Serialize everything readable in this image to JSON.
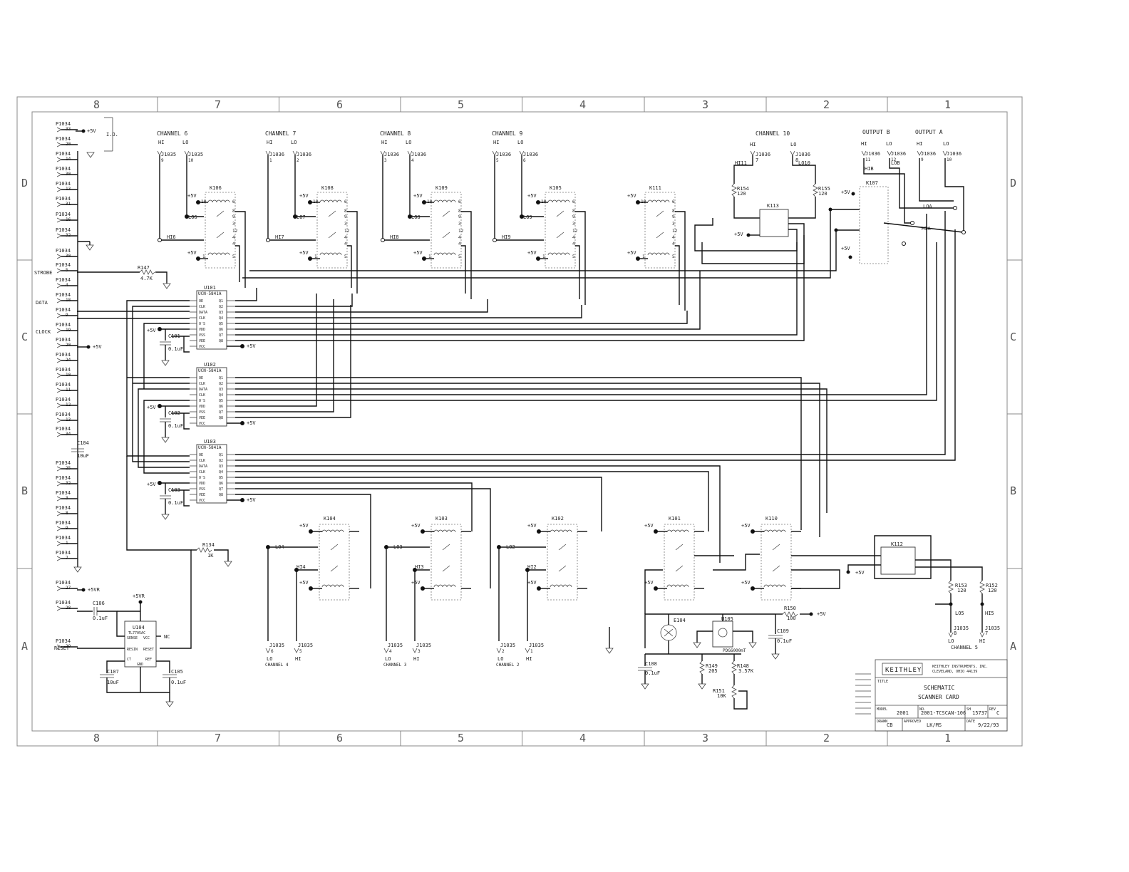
{
  "zones": {
    "columns": [
      "8",
      "7",
      "6",
      "5",
      "4",
      "3",
      "2",
      "1"
    ],
    "rows": [
      "D",
      "C",
      "B",
      "A"
    ]
  },
  "channels": [
    {
      "id": "ch6",
      "title": "CHANNEL 6",
      "hi": "HI",
      "lo": "LO",
      "conn_hi": "J1035",
      "conn_lo": "J1035",
      "pin_hi": "9",
      "pin_lo": "10",
      "relay": "K106",
      "lo_net": "LO6",
      "hi_net": "HI6"
    },
    {
      "id": "ch7",
      "title": "CHANNEL 7",
      "hi": "HI",
      "lo": "LO",
      "conn_hi": "J1036",
      "conn_lo": "J1036",
      "pin_hi": "1",
      "pin_lo": "2",
      "relay": "K108",
      "lo_net": "LO7",
      "hi_net": "HI7"
    },
    {
      "id": "ch8",
      "title": "CHANNEL 8",
      "hi": "HI",
      "lo": "LO",
      "conn_hi": "J1036",
      "conn_lo": "J1036",
      "pin_hi": "3",
      "pin_lo": "4",
      "relay": "K109",
      "lo_net": "LO8",
      "hi_net": "HI8"
    },
    {
      "id": "ch9",
      "title": "CHANNEL 9",
      "hi": "HI",
      "lo": "LO",
      "conn_hi": "J1036",
      "conn_lo": "J1036",
      "pin_hi": "5",
      "pin_lo": "6",
      "relay": "K105",
      "lo_net": "LO9",
      "hi_net": "HI9"
    }
  ],
  "relay_k111": "K111",
  "channel10": {
    "title": "CHANNEL 10",
    "hi": "HI",
    "lo": "LO",
    "conn_hi": "J1036",
    "conn_lo": "J1036",
    "pin_hi": "7",
    "pin_lo": "8",
    "hi_net": "HI11",
    "lo_net": "LO10",
    "r1": "R154",
    "r1v": "120",
    "r2": "R155",
    "r2v": "120",
    "relay": "K113"
  },
  "outputs": {
    "b": "OUTPUT B",
    "a": "OUTPUT A",
    "hi": "HI",
    "lo": "LO",
    "conn": "J1036",
    "pins": [
      "11",
      "12",
      "9",
      "10"
    ],
    "hib": "HIB",
    "lob": "LOB",
    "loa": "LOA",
    "hia": "HIA",
    "relay": "K107"
  },
  "supply": "+5V",
  "supply_relay": "+5VR",
  "connector_p": "P1034",
  "p1034_pins": [
    "33",
    "20",
    "14",
    "30",
    "13",
    "31",
    "16",
    "32",
    "30",
    "5",
    "4",
    "18",
    "9",
    "19",
    "20",
    "24",
    "10",
    "11",
    "12",
    "13",
    "34",
    "25",
    "32",
    "3",
    "8",
    "9",
    "1",
    "7",
    "27",
    "28",
    "29"
  ],
  "io_label": "I.O.",
  "signals": {
    "strobe": "STROBE",
    "data": "DATA",
    "clock": "CLOCK",
    "reset": "RESET"
  },
  "resistors": {
    "r147": "R147",
    "r147v": "4.7K",
    "r134": "R134",
    "r134v": "1K",
    "r150": "R150",
    "r150v": "100",
    "r149": "R149",
    "r149v": "205",
    "r148": "R148",
    "r148v": "3.57K",
    "r151": "R151",
    "r151v": "10K",
    "r153": "R153",
    "r153v": "120",
    "r152": "R152",
    "r152v": "120"
  },
  "drivers": [
    {
      "ref": "U101",
      "part": "UCN-5841A",
      "cap": "C101",
      "capv": "0.1uF"
    },
    {
      "ref": "U102",
      "part": "UCN-5841A",
      "cap": "C102",
      "capv": "0.1uF"
    },
    {
      "ref": "U103",
      "part": "UCN-5841A",
      "cap": "C103",
      "capv": "0.1uF"
    }
  ],
  "driver_pins_left": [
    "OE",
    "CLK",
    "DATA",
    "CLK",
    "O'S",
    "VDD",
    "VSS",
    "VEE",
    "VCC"
  ],
  "driver_pins_right": [
    "Q1",
    "Q2",
    "Q3",
    "Q4",
    "Q5",
    "Q6",
    "Q7",
    "Q8"
  ],
  "c104": "C104",
  "c104v": "10uF",
  "u104": {
    "ref": "U104",
    "part": "TL7705AC",
    "pins": [
      "SENSE",
      "RESIN",
      "CT",
      "REF",
      "RESET",
      "GND",
      "NC",
      "VCC"
    ],
    "c106": "C106",
    "c106v": "0.1uF",
    "c107": "C107",
    "c107v": "10uF",
    "c105": "C105",
    "c105v": "0.1uF"
  },
  "bottom_channels": [
    {
      "title": "CHANNEL 4",
      "relay": "K104",
      "lo_net": "LO4",
      "hi_net": "HI4",
      "conn": "J1035",
      "pin_lo": "6",
      "pin_hi": "5",
      "lo": "LO",
      "hi": "HI"
    },
    {
      "title": "CHANNEL 3",
      "relay": "K103",
      "lo_net": "LO3",
      "hi_net": "HI3",
      "conn": "J1035",
      "pin_lo": "4",
      "pin_hi": "3",
      "lo": "LO",
      "hi": "HI"
    },
    {
      "title": "CHANNEL 2",
      "relay": "K102",
      "lo_net": "LO2",
      "hi_net": "HI2",
      "conn": "J1035",
      "pin_lo": "2",
      "pin_hi": "1",
      "lo": "LO",
      "hi": "HI"
    }
  ],
  "relays_bottom": [
    "K101",
    "K110",
    "K112"
  ],
  "ch5": {
    "title": "CHANNEL 5",
    "conn": "J1035",
    "lo_net": "LO5",
    "hi_net": "HI5",
    "lo": "LO",
    "hi": "HI",
    "pin_lo": "8",
    "pin_hi": "7"
  },
  "e104": "E104",
  "u105": {
    "ref": "U105",
    "part": "PDG6000mT",
    "c108": "C108",
    "c108v": "0.1uF",
    "c109": "C109",
    "c109v": "0.1uF"
  },
  "title_block": {
    "logo": "KEITHLEY",
    "company": "KEITHLEY INSTRUMENTS, INC.",
    "city": "CLEVELAND, OHIO 44139",
    "title_label": "TITLE",
    "title1": "SCHEMATIC",
    "title2": "SCANNER CARD",
    "model_label": "MODEL",
    "model": "2001",
    "no_label": "NO.",
    "no": "2001-TCSCAN-106",
    "sh_label": "SH",
    "sh": "15737",
    "rev_label": "REV",
    "rev": "C",
    "drawn_label": "DRAWN",
    "drawn": "CB",
    "approved_label": "APPROVED",
    "approved": "LK/MS",
    "date_label": "DATE",
    "date": "9/22/93"
  },
  "pin_numbers": [
    "1",
    "2",
    "3",
    "4",
    "5",
    "6",
    "7",
    "8",
    "9",
    "10",
    "11",
    "12",
    "13",
    "14",
    "15",
    "16",
    "17",
    "18"
  ]
}
